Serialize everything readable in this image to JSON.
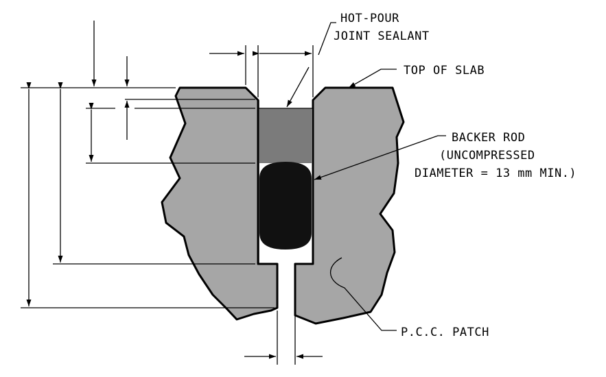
{
  "labels": {
    "sealant_line1": "HOT-POUR",
    "sealant_line2": "JOINT SEALANT",
    "top_of_slab": "TOP OF SLAB",
    "backer_line1": "BACKER ROD",
    "backer_line2": "(UNCOMPRESSED",
    "backer_line3": "DIAMETER = 13 mm MIN.)",
    "patch": "P.C.C. PATCH"
  },
  "colors": {
    "concrete": "#a6a6a6",
    "sealant": "#7b7b7b",
    "backer_rod": "#111111",
    "line": "#000000"
  }
}
